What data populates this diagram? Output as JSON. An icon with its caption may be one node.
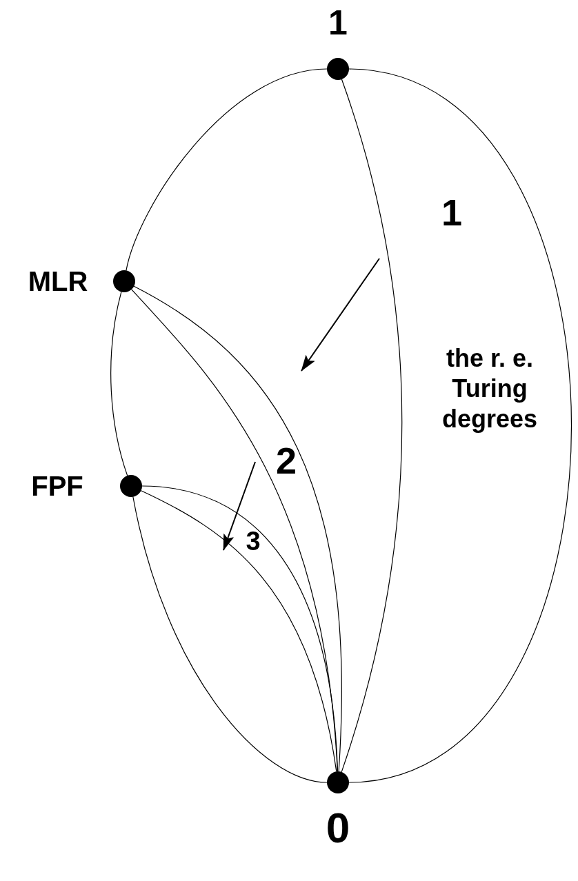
{
  "diagram": {
    "nodes": [
      {
        "text": [
          "1"
        ]
      },
      {
        "text": [
          "MLR"
        ]
      },
      {
        "text": [
          "FPF"
        ]
      },
      {
        "text": [
          "0"
        ]
      }
    ],
    "edges": [
      {
        "from": 0,
        "to": 1,
        "arrow": "none"
      },
      {
        "from": 1,
        "to": 2,
        "arrow": "none"
      },
      {
        "from": 2,
        "to": 3,
        "arrow": "none"
      },
      {
        "from": 0,
        "to": 3,
        "arrow": "none"
      },
      {
        "from": 0,
        "to": 3,
        "arrow": "none"
      },
      {
        "from": 1,
        "to": 3,
        "arrow": "none"
      },
      {
        "from": 1,
        "to": 3,
        "arrow": "none"
      },
      {
        "from": 2,
        "to": 3,
        "arrow": "none"
      },
      {
        "from": 2,
        "to": 3,
        "arrow": "none"
      }
    ],
    "labels": [
      "1",
      "the r. e. Turing degrees",
      "2",
      "3"
    ]
  }
}
